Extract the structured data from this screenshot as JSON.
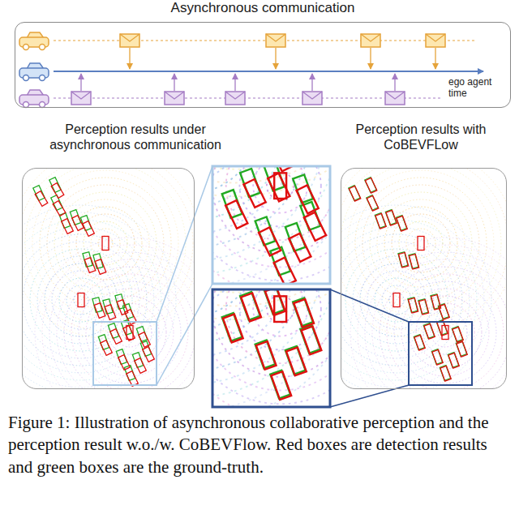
{
  "diagram": {
    "caption": "Figure 1: Illustration of asynchronous collaborative perception and the perception result w.o./w. CoBEVFlow. Red boxes are detection results and green boxes are the ground-truth.",
    "nodes": [
      {
        "text": [
          "Asynchronous communication"
        ]
      },
      {
        "text": [
          "Perception results under asynchronous communication"
        ]
      },
      {
        "text": [
          "Perception results with CoBEVFLow"
        ]
      }
    ],
    "labels": [
      "ego agent time"
    ]
  }
}
